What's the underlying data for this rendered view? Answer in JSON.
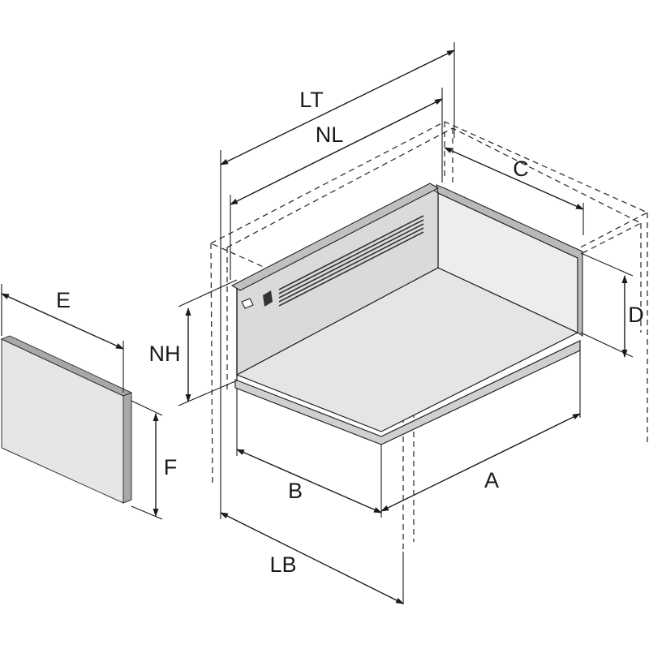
{
  "labels": {
    "lt": "LT",
    "nl": "NL",
    "c": "C",
    "d": "D",
    "nh": "NH",
    "e": "E",
    "f": "F",
    "a": "A",
    "b": "B",
    "lb": "LB"
  },
  "colors": {
    "panel_face": "#e6e6e6",
    "panel_edge": "#a8a8a8",
    "drawer_side": "#d9dadc",
    "drawer_side_light": "#eceded",
    "drawer_bottom": "#e4e5e7",
    "line": "#1a1a1a"
  }
}
